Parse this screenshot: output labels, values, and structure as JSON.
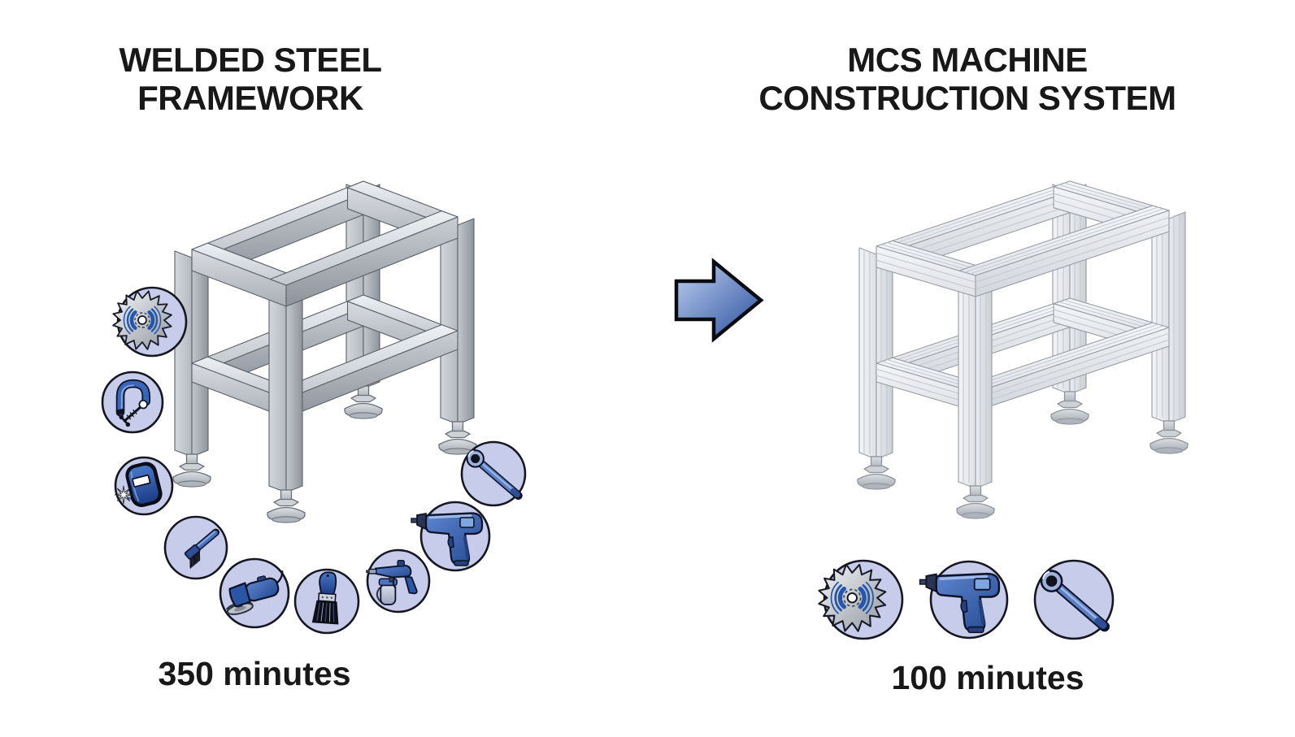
{
  "page": {
    "background_color": "#ffffff"
  },
  "left_panel": {
    "title_line1": "WELDED STEEL",
    "title_line2": "FRAMEWORK",
    "duration_label": "350 minutes",
    "illustration": "welded-steel-frame",
    "tool_icons": [
      "circular-saw-blade-icon",
      "c-clamp-icon",
      "welding-mask-icon",
      "wire-brush-icon",
      "angle-grinder-icon",
      "paint-brush-icon",
      "spray-gun-icon",
      "power-drill-icon",
      "ratchet-wrench-icon"
    ]
  },
  "right_panel": {
    "title_line1": "MCS MACHINE",
    "title_line2": "CONSTRUCTION SYSTEM",
    "duration_label": "100 minutes",
    "illustration": "mcs-aluminum-profile-frame",
    "tool_icons": [
      "circular-saw-blade-icon",
      "power-drill-icon",
      "ratchet-wrench-icon"
    ]
  },
  "arrow": {
    "name": "right-arrow-icon",
    "direction": "right"
  },
  "colors": {
    "text": "#1a1a1a",
    "icon_circle_fill": "#c6cce9",
    "icon_circle_stroke": "#15161f",
    "tool_blue": "#3a64b4",
    "tool_blue_dark": "#1c3a7d",
    "steel_gray": "#b7bcc3",
    "aluminum_gray": "#edeef2",
    "arrow_gradient_start": "#c0d2f0",
    "arrow_gradient_end": "#274d9e"
  }
}
